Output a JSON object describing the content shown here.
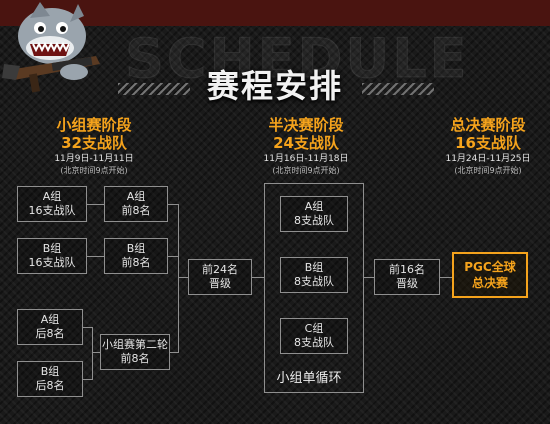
{
  "title": "赛程安排",
  "background_word": "SCHEDULE",
  "colors": {
    "accent": "#f5a31c",
    "line": "#8f8f8f",
    "background": "#1a1a1a",
    "topbar": "#4a1410"
  },
  "mascot": "shark-with-rifle-icon",
  "stages": [
    {
      "name": "小组赛阶段",
      "teams": "32支战队",
      "dates": "11月9日-11月11日",
      "note": "(北京时间9点开始)"
    },
    {
      "name": "半决赛阶段",
      "teams": "24支战队",
      "dates": "11月16日-11月18日",
      "note": "(北京时间9点开始)"
    },
    {
      "name": "总决赛阶段",
      "teams": "16支战队",
      "dates": "11月24日-11月25日",
      "note": "(北京时间9点开始)"
    }
  ],
  "group_stage": {
    "a_group": [
      "A组",
      "16支战队"
    ],
    "a_top": [
      "A组",
      "前8名"
    ],
    "b_group": [
      "B组",
      "16支战队"
    ],
    "b_top": [
      "B组",
      "前8名"
    ],
    "a_bottom": [
      "A组",
      "后8名"
    ],
    "b_bottom": [
      "B组",
      "后8名"
    ],
    "round2": [
      "小组赛第二轮",
      "前8名"
    ],
    "advance": [
      "前24名",
      "晋级"
    ]
  },
  "semi_stage": {
    "groups": [
      [
        "A组",
        "8支战队"
      ],
      [
        "B组",
        "8支战队"
      ],
      [
        "C组",
        "8支战队"
      ]
    ],
    "format": "小组单循环",
    "advance": [
      "前16名",
      "晋级"
    ]
  },
  "final_stage": {
    "label": [
      "PGC全球",
      "总决赛"
    ]
  }
}
